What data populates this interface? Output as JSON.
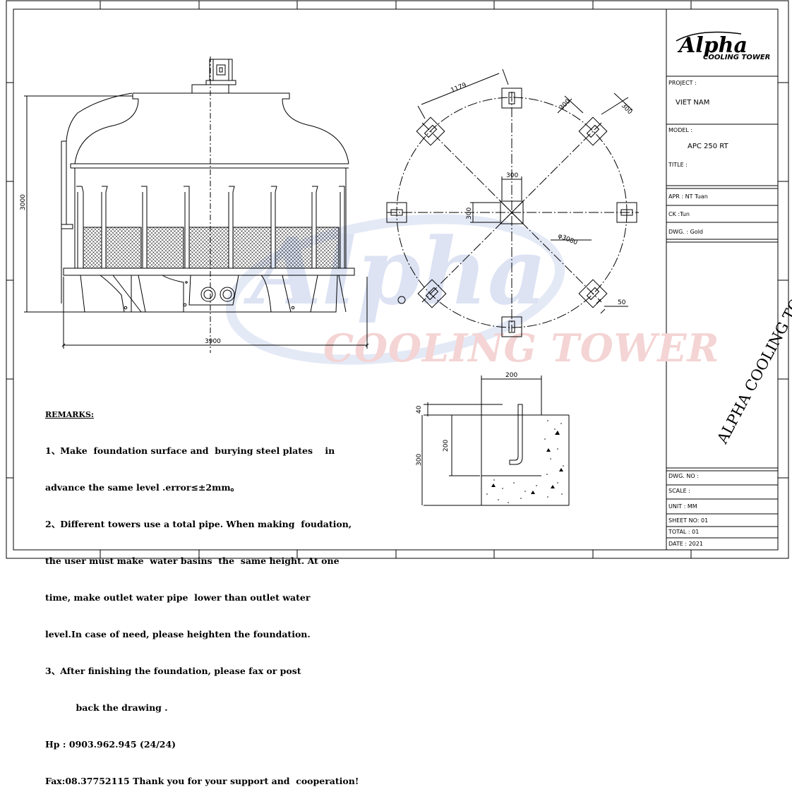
{
  "logo": {
    "brand": "Alpha",
    "tagline": "COOLING TOWER"
  },
  "watermark": {
    "brand": "Alpha",
    "tagline": "COOLING TOWER"
  },
  "title_block": {
    "project_label": "PROJECT :",
    "project_value": "VIET NAM",
    "model_label": "MODEL :",
    "model_value": "APC 250 RT",
    "title_label": "TITLE :",
    "apr": "APR : NT Tuan",
    "ck": "CK :Tun",
    "dwg": "DWG. : Gold",
    "vertical_title": "ALPHA COOLING TOWER",
    "dwg_no": "DWG. NO :",
    "scale": "SCALE :",
    "unit": "UNIT : MM",
    "sheet_no": "SHEET NO: 01",
    "total": "TOTAL : 01",
    "date": "DATE : 2021"
  },
  "elevation": {
    "height_dim": "3000",
    "width_dim": "3900"
  },
  "plan": {
    "dim_1179": "1179",
    "dim_300_a": "300",
    "dim_300_b": "300",
    "dim_300_center_h": "300",
    "dim_300_center_v": "300",
    "diameter": "φ3080",
    "dim_50": "50"
  },
  "detail": {
    "dim_200_top": "200",
    "dim_40": "40",
    "dim_200_side": "200",
    "dim_300": "300"
  },
  "remarks": {
    "title": "REMARKS:",
    "lines": [
      "1、Make  foundation surface and  burying steel plates    in",
      "advance the same level .error≤±2mm。",
      "2、Different towers use a total pipe. When making  foudation,",
      "the user must make  water basins  the  same height. At one",
      "time, make outlet water pipe  lower than outlet water",
      "level.In case of need, please heighten the foundation.",
      "3、After finishing the foundation, please fax or post",
      "          back the drawing .",
      "Hp : 0903.962.945 (24/24)",
      "Fax:08.37752115 Thank you for your support and  cooperation!"
    ]
  },
  "colors": {
    "line": "#000000",
    "watermark": "#dde3f3",
    "watermark_red": "#f2c9c9"
  }
}
